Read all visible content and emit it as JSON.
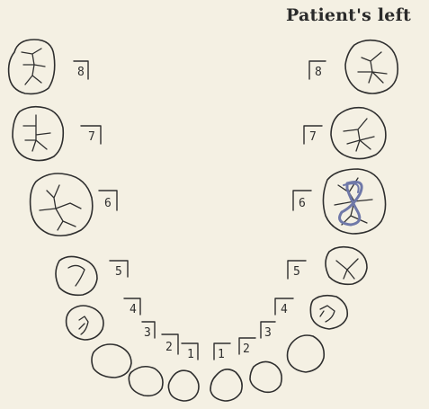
{
  "diagram": {
    "title": "Patient's left",
    "colors": {
      "paper": "#f4f0e3",
      "ink": "#2f2f2f",
      "pencil_mark": "#6f78a8"
    },
    "upper_left_quadrant_labels": [
      "8",
      "7",
      "6",
      "5",
      "4",
      "3",
      "2",
      "1"
    ],
    "upper_right_quadrant_labels": [
      "8",
      "7",
      "6",
      "5",
      "4",
      "3",
      "2",
      "1"
    ],
    "marked_tooth": {
      "quadrant": "patient-left",
      "number": "6",
      "mark": "figure-eight pencil annotation"
    }
  }
}
